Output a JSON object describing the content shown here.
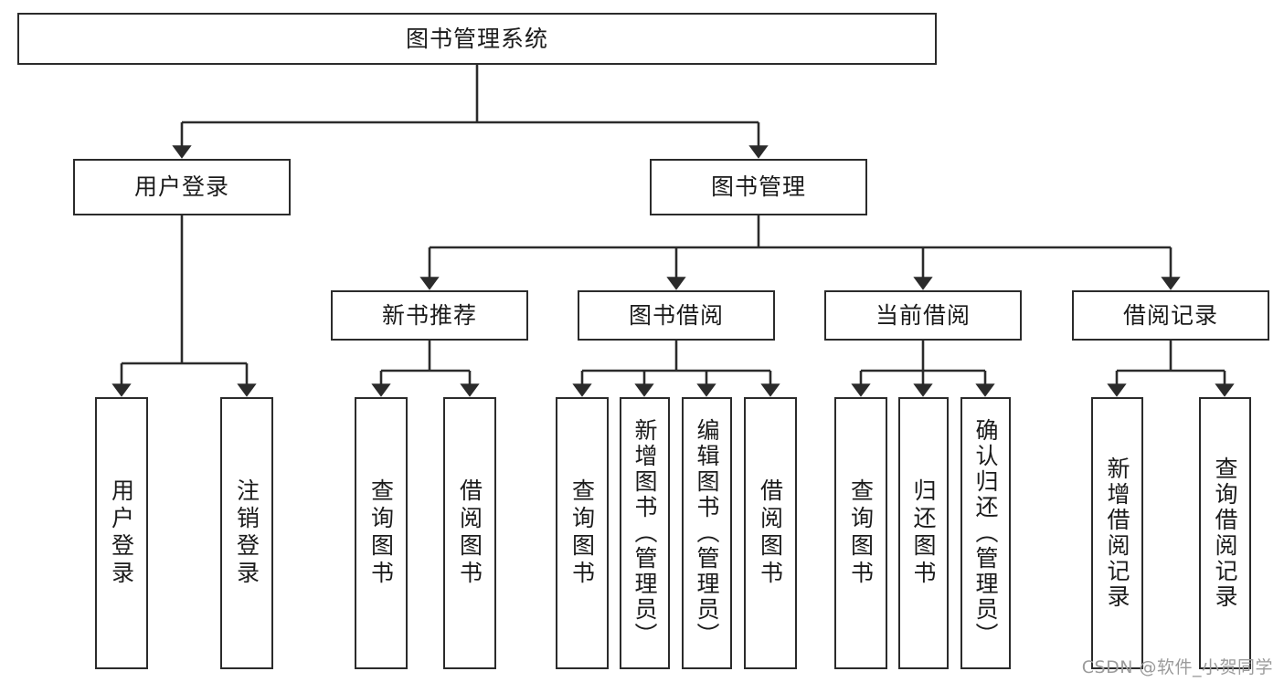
{
  "diagram": {
    "title": "图书管理系统",
    "type": "tree",
    "watermark": "CSDN @软件_小贺同学",
    "colors": {
      "box_border": "#2b2b2b",
      "box_fill": "#ffffff",
      "connector": "#2b2b2b",
      "text": "#1b1b1b",
      "watermark": "#9b9b9b"
    },
    "levels": {
      "root": [
        "图书管理系统"
      ],
      "level2": [
        "用户登录",
        "图书管理"
      ],
      "level3": [
        "新书推荐",
        "图书借阅",
        "当前借阅",
        "借阅记录"
      ],
      "leaves": [
        "用户登录",
        "注销登录",
        "查询图书",
        "借阅图书",
        "查询图书",
        "新增图书（管理员）",
        "编辑图书（管理员）",
        "借阅图书",
        "查询图书",
        "归还图书",
        "确认归还（管理员）",
        "新增借阅记录",
        "查询借阅记录"
      ]
    },
    "nodes": {
      "root": {
        "label": "图书管理系统"
      },
      "user_login": {
        "label": "用户登录"
      },
      "book_manage": {
        "label": "图书管理"
      },
      "new_book_rec": {
        "label": "新书推荐"
      },
      "book_borrow": {
        "label": "图书借阅"
      },
      "current_borrow": {
        "label": "当前借阅"
      },
      "borrow_record": {
        "label": "借阅记录"
      },
      "leaf_user_login": {
        "label": "用户登录"
      },
      "leaf_logout": {
        "label": "注销登录"
      },
      "leaf_query_book_a": {
        "label": "查询图书"
      },
      "leaf_borrow_book_a": {
        "label": "借阅图书"
      },
      "leaf_query_book_b": {
        "label": "查询图书"
      },
      "leaf_add_book": {
        "label": "新增图书（管理员）"
      },
      "leaf_edit_book": {
        "label": "编辑图书（管理员）"
      },
      "leaf_borrow_book_b": {
        "label": "借阅图书"
      },
      "leaf_query_book_c": {
        "label": "查询图书"
      },
      "leaf_return_book": {
        "label": "归还图书"
      },
      "leaf_confirm_return": {
        "label": "确认归还（管理员）"
      },
      "leaf_add_record": {
        "label": "新增借阅记录"
      },
      "leaf_query_record": {
        "label": "查询借阅记录"
      }
    }
  }
}
